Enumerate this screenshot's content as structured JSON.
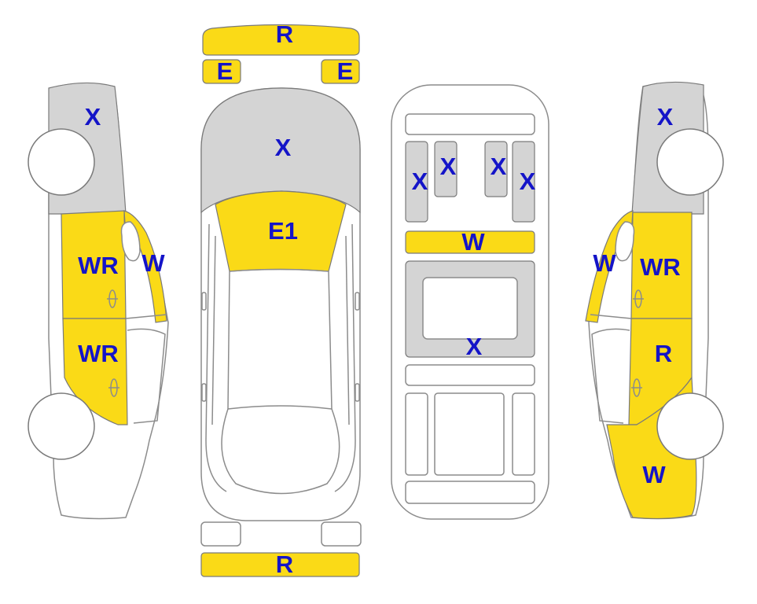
{
  "colors": {
    "yellow": "#FADA17",
    "gray": "#D4D4D4",
    "white": "#FFFFFF",
    "label": "#1414C8",
    "outline": "#8C8C8C"
  },
  "legend_meaning": {},
  "parts": {
    "front_bumper": {
      "code": "R",
      "status": "yellow"
    },
    "headlight_left": {
      "code": "E",
      "status": "yellow"
    },
    "headlight_right": {
      "code": "E",
      "status": "yellow"
    },
    "hood": {
      "code": "X",
      "status": "gray"
    },
    "windshield": {
      "code": "E1",
      "status": "yellow"
    },
    "rear_bumper": {
      "code": "R",
      "status": "yellow"
    },
    "left_front_fender": {
      "code": "X",
      "status": "gray"
    },
    "left_front_door": {
      "code": "WR",
      "status": "yellow"
    },
    "left_rear_door": {
      "code": "WR",
      "status": "yellow"
    },
    "left_pillar": {
      "code": "W",
      "status": "yellow"
    },
    "floor_front_left": {
      "code": "X",
      "status": "gray"
    },
    "floor_front_mid_left": {
      "code": "X",
      "status": "gray"
    },
    "floor_front_mid_right": {
      "code": "X",
      "status": "gray"
    },
    "floor_front_right": {
      "code": "X",
      "status": "gray"
    },
    "floor_crossmember": {
      "code": "W",
      "status": "yellow"
    },
    "floor_center": {
      "code": "X",
      "status": "gray"
    },
    "right_front_fender": {
      "code": "X",
      "status": "gray"
    },
    "right_pillar": {
      "code": "W",
      "status": "yellow"
    },
    "right_front_door": {
      "code": "WR",
      "status": "yellow"
    },
    "right_rear_door": {
      "code": "R",
      "status": "yellow"
    },
    "right_quarter_panel": {
      "code": "W",
      "status": "yellow"
    }
  }
}
